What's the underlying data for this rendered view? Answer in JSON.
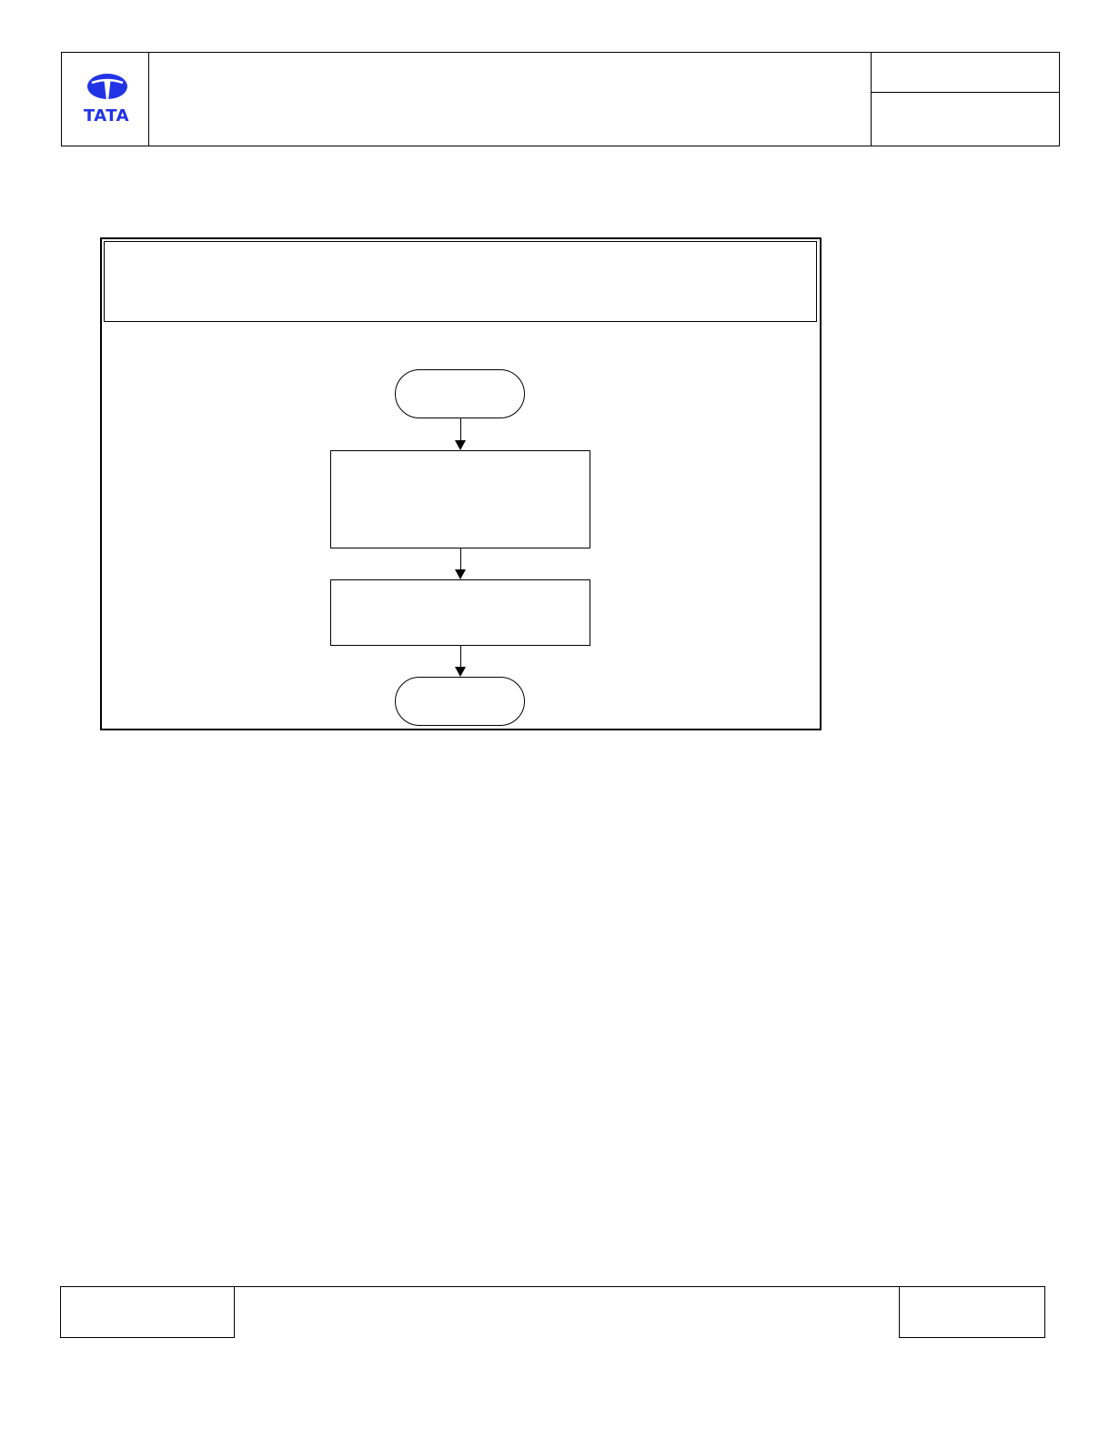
{
  "header": {
    "logo": {
      "wordmark": "TATA",
      "color": "#2233e6",
      "icon": "tata-logo-icon"
    },
    "title": "",
    "doc_no": "",
    "rev": ""
  },
  "flowchart": {
    "heading": "",
    "nodes": [
      {
        "id": "start",
        "type": "terminal",
        "label": ""
      },
      {
        "id": "step-1",
        "type": "process",
        "label": ""
      },
      {
        "id": "step-2",
        "type": "process",
        "label": ""
      },
      {
        "id": "end",
        "type": "terminal",
        "label": ""
      }
    ]
  },
  "footer": {
    "left": "",
    "center": "",
    "right": ""
  }
}
